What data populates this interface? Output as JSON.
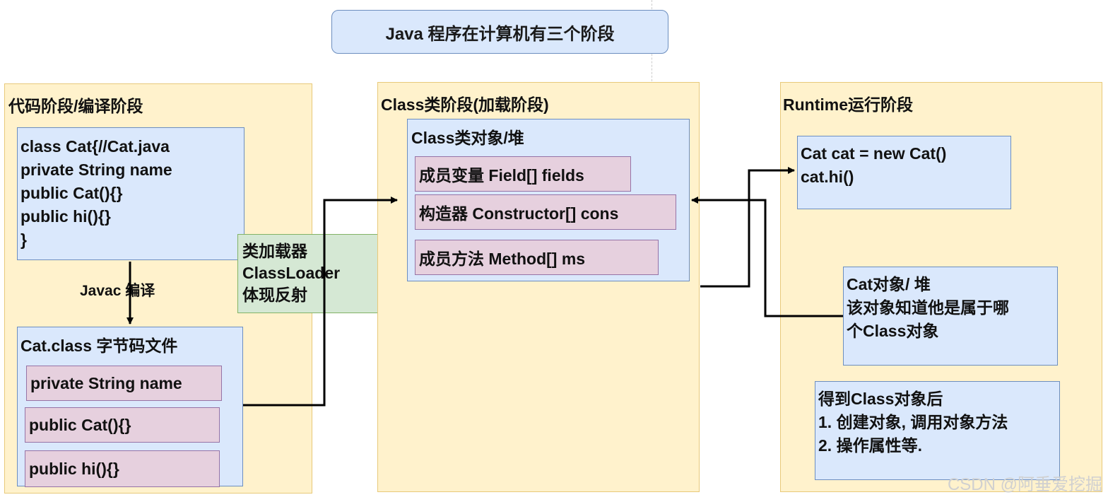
{
  "title": "Java 程序在计算机有三个阶段",
  "stages": {
    "code": {
      "title": "代码阶段/编译阶段",
      "source_lines": [
        "class Cat{//Cat.java",
        "private String name",
        "public Cat(){}",
        "public hi(){}",
        "}"
      ],
      "compile_label": "Javac 编译",
      "class_file_title": "Cat.class 字节码文件",
      "class_file_items": [
        "private String name",
        "public Cat(){}",
        "public hi(){}"
      ]
    },
    "loader": {
      "lines": [
        "类加载器",
        "ClassLoader",
        "体现反射"
      ]
    },
    "class_stage": {
      "title": "Class类阶段(加载阶段)",
      "object_title": "Class类对象/堆",
      "items": [
        "成员变量 Field[] fields",
        "构造器 Constructor[] cons",
        "成员方法 Method[] ms"
      ]
    },
    "runtime": {
      "title": "Runtime运行阶段",
      "code_lines": [
        "Cat cat = new Cat()",
        "cat.hi()"
      ],
      "object_lines": [
        "Cat对象/ 堆",
        "该对象知道他是属于哪",
        "个Class对象"
      ],
      "after_lines": [
        "得到Class对象后",
        "1. 创建对象, 调用对象方法",
        "2. 操作属性等."
      ]
    }
  },
  "watermark": "CSDN @阿垂爱挖掘",
  "colors": {
    "stage_fill": "#fff2cc",
    "box_fill": "#dae8fc",
    "item_fill": "#e6d0de",
    "loader_fill": "#d5e8d4",
    "arrow": "#000000"
  }
}
